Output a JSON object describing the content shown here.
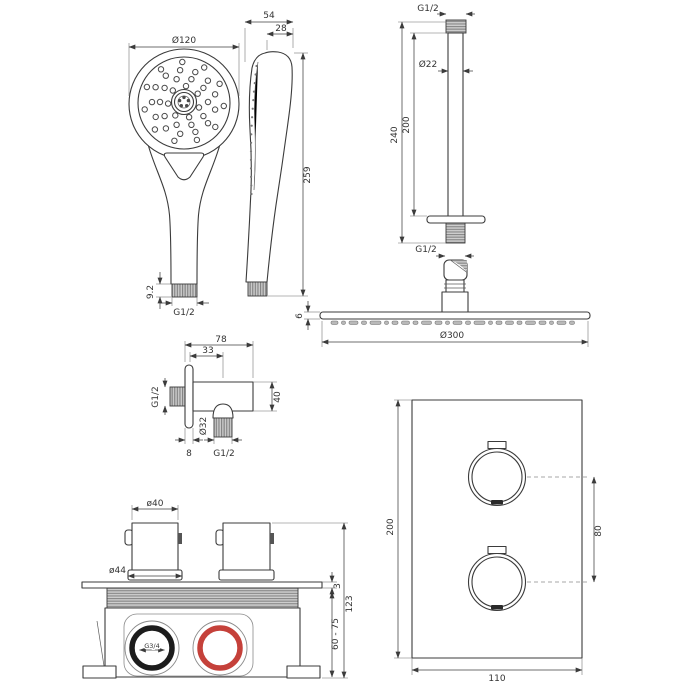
{
  "drawing": {
    "hand_front": {
      "diameter": "Ø120",
      "tip_height": "9.2",
      "thread": "G1/2"
    },
    "hand_side": {
      "depth": "54",
      "head_width": "28",
      "length": "259"
    },
    "arm": {
      "top_thread": "G1/2",
      "pipe_diameter": "Ø22",
      "total_length": "240",
      "exposed_length": "200",
      "bottom_thread": "G1/2"
    },
    "head": {
      "diameter": "Ø300",
      "thickness": "6"
    },
    "outlet": {
      "total_width": "78",
      "body_offset": "33",
      "inlet_thread": "G1/2",
      "elbow_diameter": "Ø32",
      "height": "40",
      "plate_thickness": "8",
      "outlet_thread": "G1/2"
    },
    "mixer": {
      "cartridge_diameter": "ø40",
      "base_diameter": "ø44",
      "plate_thickness": "3",
      "built_in_depth": "60 - 75",
      "total_height": "123",
      "inlet_thread": "G3/4"
    },
    "faceplate": {
      "height": "200",
      "width": "110",
      "handle_spacing": "80"
    }
  },
  "colors": {
    "line": "#3b3b3b",
    "hot_marker": "#c5413a",
    "cold_marker": "#1c1c1c",
    "background": "#ffffff"
  }
}
